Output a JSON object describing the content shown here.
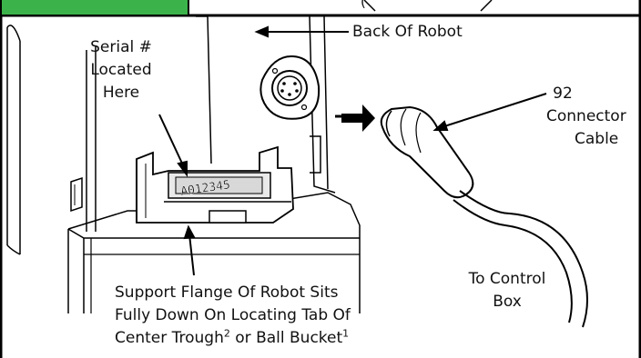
{
  "header": {
    "tab_color": "#3cb34a",
    "right_fragment": "("
  },
  "labels": {
    "serial_line1": "Serial #",
    "serial_line2": "Located",
    "serial_line3": "Here",
    "back_of_robot": "Back Of Robot",
    "cable_line1": "92",
    "cable_line2": "Connector",
    "cable_line3": "Cable",
    "control_line1": "To Control",
    "control_line2": "Box",
    "support_line1": "Support Flange Of Robot Sits",
    "support_line2": "Fully Down On Locating Tab Of",
    "support_line3_a": "Center Trough",
    "support_line3_sup1": "2",
    "support_line3_b": " or Ball Bucket",
    "support_line3_sup2": "1"
  },
  "serial_plate": {
    "text": "A012345"
  }
}
